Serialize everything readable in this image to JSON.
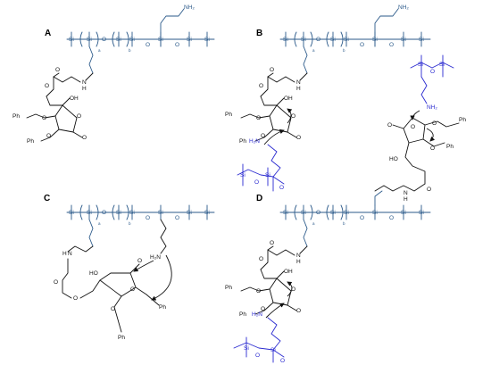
{
  "panels": [
    {
      "label": "A"
    },
    {
      "label": "B"
    },
    {
      "label": "C"
    },
    {
      "label": "D"
    }
  ],
  "atoms": {
    "si": "Si",
    "o": "O",
    "nh2": "NH₂",
    "h2n": "H₂N",
    "nh": "N",
    "h": "H",
    "oh": "OH",
    "ho": "HO",
    "ph": "Ph",
    "sub_a": "a",
    "sub_b": "b"
  },
  "colors": {
    "siloxane": "#2b5a8a",
    "reagent": "#2a2ad0"
  }
}
